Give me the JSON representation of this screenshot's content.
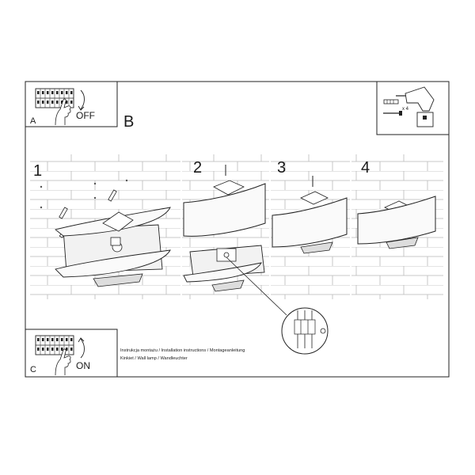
{
  "panels": {
    "a": {
      "letter": "A",
      "switch_label": "OFF"
    },
    "b": {
      "letter": "B"
    },
    "c": {
      "letter": "C",
      "switch_label": "ON"
    }
  },
  "steps": [
    "1",
    "2",
    "3",
    "4"
  ],
  "drill": {
    "quantity": "x 4"
  },
  "caption": {
    "line1": "Instrukcja montażu / Installation instructions / Montageanleitung",
    "line2": "Kinkiet / Wall lamp / Wandleuchter"
  }
}
